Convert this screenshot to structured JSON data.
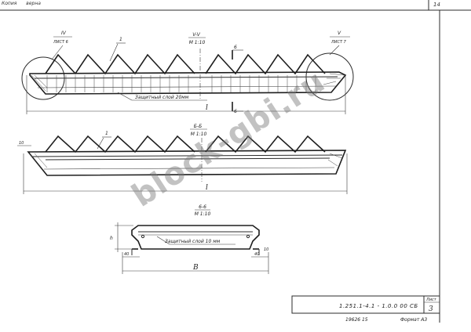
{
  "header": {
    "copy_label": "Копия",
    "verified_label": "верна",
    "page_number": "14"
  },
  "view_top": {
    "title": "V-V",
    "scale": "M 1:10",
    "callout_left_num": "IV",
    "callout_left_sheet": "ЛИСТ 6",
    "callout_right_num": "V",
    "callout_right_sheet": "ЛИСТ 7",
    "pos_mark": "1",
    "section_mark": "6",
    "protective_layer": "Защитный слой 20мм",
    "length_dim": "l"
  },
  "view_middle": {
    "title": "Б-Б",
    "scale": "M 1:10",
    "pos_mark": "1",
    "left_dim": "10",
    "length_dim": "l"
  },
  "section": {
    "title": "6-6",
    "scale": "M 1:10",
    "height_dim": "h",
    "protective_layer": "Защитный слой 10 мм",
    "left_dim": "40",
    "right_dim": "40",
    "right_offset": "10",
    "width_dim": "B"
  },
  "title_block": {
    "code": "1.251.1-4.1 - 1.0.0 00 СБ",
    "sheet_label": "Лист",
    "sheet_number": "3",
    "footer_left": "19626 15",
    "footer_right": "Формат А3"
  },
  "watermark": "block-gbi.ru"
}
